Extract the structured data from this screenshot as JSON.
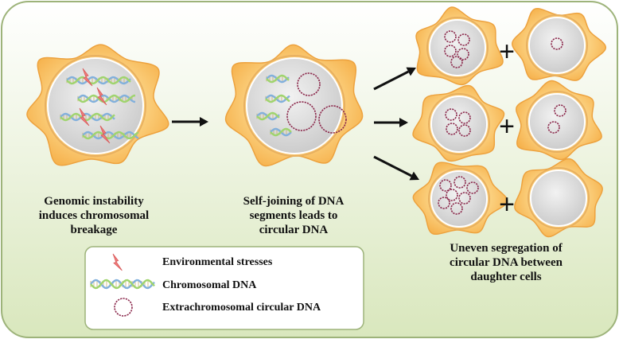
{
  "captions": {
    "breakage": [
      "Genomic instability",
      "induces chromosomal",
      "breakage"
    ],
    "joining": [
      "Self-joining of DNA",
      "segments leads to",
      "circular DNA"
    ],
    "segregation": [
      "Uneven segregation of",
      "circular DNA between",
      "daughter cells"
    ]
  },
  "legend": {
    "stress": "Environmental stresses",
    "chromosomal": "Chromosomal DNA",
    "circular": "Extrachromosomal circular DNA"
  },
  "operators": {
    "plus": "+"
  },
  "colors": {
    "background_top": "#ffffff",
    "background_bottom": "#d9e7bd",
    "background_border": "#9db37a",
    "cell_fill": "#f9c165",
    "cell_stroke": "#eda23e",
    "nucleus_fill": "#d6d6d6",
    "nucleus_stroke": "#ffffff",
    "dna_strand_a": "#9fd46e",
    "dna_strand_b": "#82b0dc",
    "circle_dna": "#8c2a4d",
    "stress_bolt": "#f07a7a",
    "arrow": "#111111"
  }
}
